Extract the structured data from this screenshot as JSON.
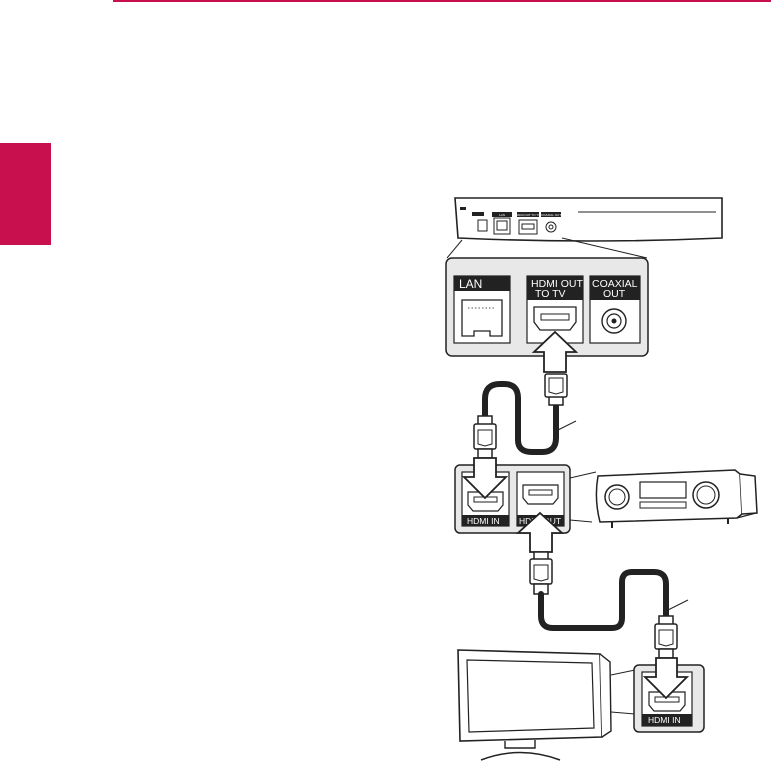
{
  "colors": {
    "accent": "#c8104f",
    "line": "#222222",
    "panel_bg": "#e8e8e8"
  },
  "player": {
    "rear_labels": [
      "LAN",
      "HDMI OUT TO TV",
      "COAXIAL OUT"
    ],
    "panel": {
      "lan": "LAN",
      "hdmi_out_line1": "HDMI OUT",
      "hdmi_out_line2": "TO TV",
      "coaxial_line1": "COAXIAL",
      "coaxial_line2": "OUT"
    }
  },
  "receiver": {
    "hdmi_in": "HDMI IN",
    "hdmi_out": "HDMI OUT"
  },
  "tv": {
    "hdmi_in": "HDMI IN"
  },
  "icons": [
    "bluray-player-icon",
    "av-receiver-icon",
    "tv-icon",
    "hdmi-plug-icon",
    "arrow-icon"
  ]
}
